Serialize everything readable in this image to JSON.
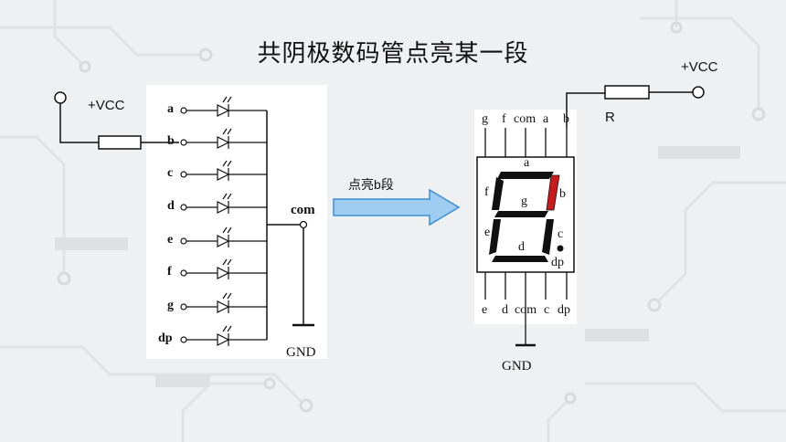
{
  "title": "共阴极数码管点亮某一段",
  "left": {
    "vcc": "+VCC",
    "segments": [
      "a",
      "b",
      "c",
      "d",
      "e",
      "f",
      "g",
      "dp"
    ],
    "com": "com",
    "gnd": "GND"
  },
  "arrow": {
    "label": "点亮b段"
  },
  "right": {
    "vcc": "+VCC",
    "resistor": "R",
    "top_pins": [
      "g",
      "f",
      "com",
      "a",
      "b"
    ],
    "bottom_pins": [
      "e",
      "d",
      "com",
      "c",
      "dp"
    ],
    "seg_labels": {
      "a": "a",
      "b": "b",
      "c": "c",
      "d": "d",
      "e": "e",
      "f": "f",
      "g": "g",
      "dp": "dp"
    },
    "gnd": "GND"
  },
  "colors": {
    "lit": "#cc1a1a",
    "arrow": "#8ec3ee",
    "arrow_stroke": "#3d8fd6"
  }
}
